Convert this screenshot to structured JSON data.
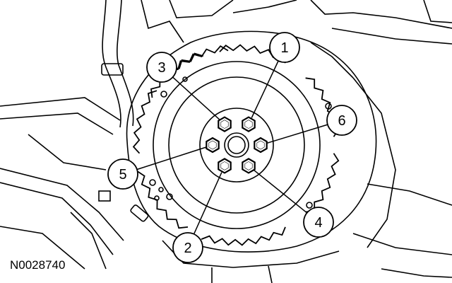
{
  "figure": {
    "reference_code": "N0028740",
    "callouts": [
      {
        "label": "1",
        "bolt": 1
      },
      {
        "label": "2",
        "bolt": 4
      },
      {
        "label": "3",
        "bolt": 0
      },
      {
        "label": "4",
        "bolt": 3
      },
      {
        "label": "5",
        "bolt": 5
      },
      {
        "label": "6",
        "bolt": 2
      }
    ],
    "bolt_count": 6
  }
}
